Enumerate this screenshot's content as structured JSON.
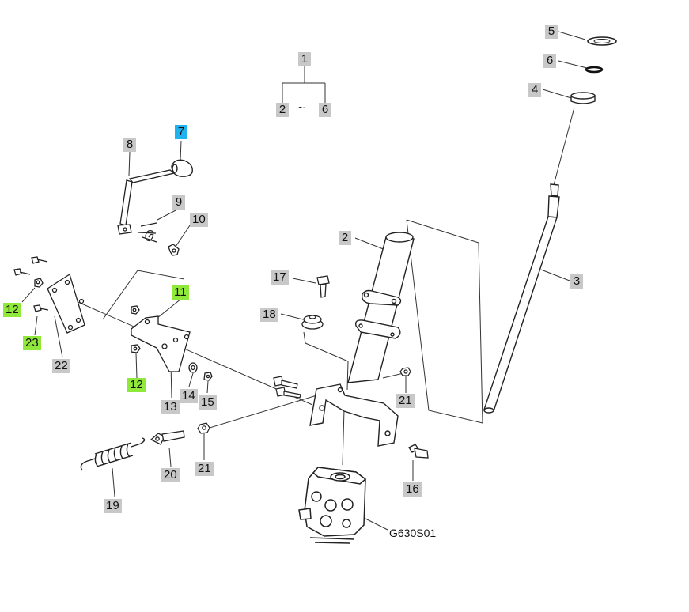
{
  "callouts": [
    {
      "id": "c1",
      "text": "1",
      "hl": ""
    },
    {
      "id": "c2",
      "text": "2",
      "hl": ""
    },
    {
      "id": "c2b",
      "text": "2",
      "hl": ""
    },
    {
      "id": "c3",
      "text": "3",
      "hl": ""
    },
    {
      "id": "c4",
      "text": "4",
      "hl": ""
    },
    {
      "id": "c5",
      "text": "5",
      "hl": ""
    },
    {
      "id": "c6",
      "text": "6",
      "hl": ""
    },
    {
      "id": "c6b",
      "text": "6",
      "hl": ""
    },
    {
      "id": "c7",
      "text": "7",
      "hl": "blue"
    },
    {
      "id": "c8",
      "text": "8",
      "hl": ""
    },
    {
      "id": "c9",
      "text": "9",
      "hl": ""
    },
    {
      "id": "c10",
      "text": "10",
      "hl": ""
    },
    {
      "id": "c11",
      "text": "11",
      "hl": "green"
    },
    {
      "id": "c12a",
      "text": "12",
      "hl": "green"
    },
    {
      "id": "c12b",
      "text": "12",
      "hl": "green"
    },
    {
      "id": "c13",
      "text": "13",
      "hl": ""
    },
    {
      "id": "c14",
      "text": "14",
      "hl": ""
    },
    {
      "id": "c15",
      "text": "15",
      "hl": ""
    },
    {
      "id": "c16",
      "text": "16",
      "hl": ""
    },
    {
      "id": "c17",
      "text": "17",
      "hl": ""
    },
    {
      "id": "c18",
      "text": "18",
      "hl": ""
    },
    {
      "id": "c19",
      "text": "19",
      "hl": ""
    },
    {
      "id": "c20",
      "text": "20",
      "hl": ""
    },
    {
      "id": "c21a",
      "text": "21",
      "hl": ""
    },
    {
      "id": "c21b",
      "text": "21",
      "hl": ""
    },
    {
      "id": "c22",
      "text": "22",
      "hl": ""
    },
    {
      "id": "c23",
      "text": "23",
      "hl": "green"
    }
  ],
  "range_separator": "~",
  "figure_code": "G630S01",
  "colors": {
    "label_bg": "#c8c8c8",
    "highlight_green": "#8fe83a",
    "highlight_blue": "#1fb2ee",
    "line": "#333333"
  }
}
